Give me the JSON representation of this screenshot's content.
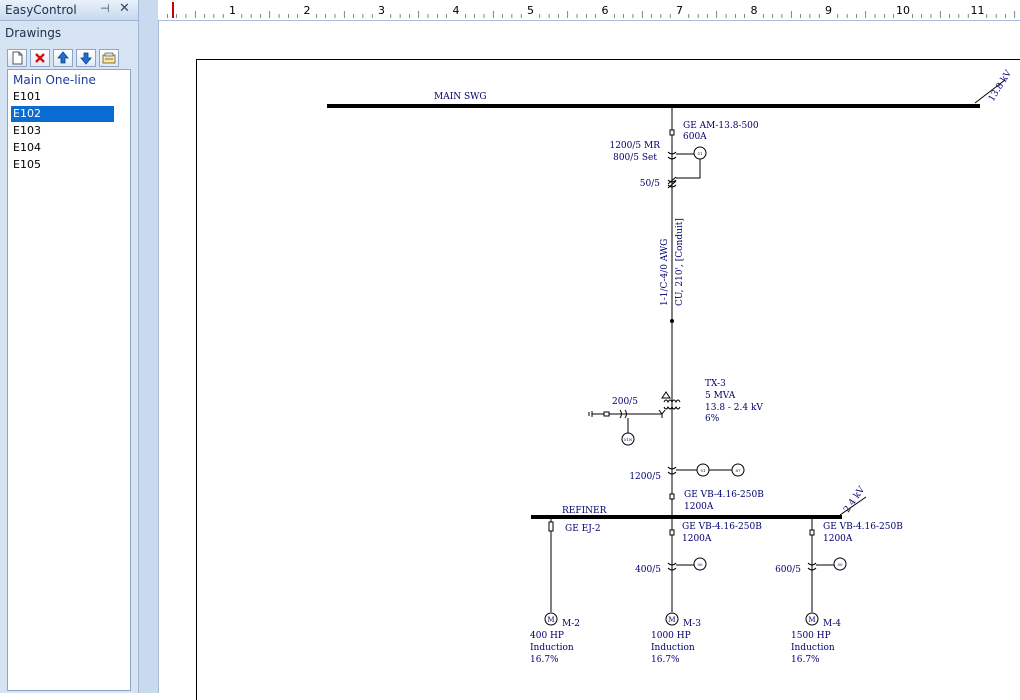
{
  "pane": {
    "title": "EasyControl",
    "pin_glyph": "⊣",
    "close_glyph": "✕",
    "section_label": "Drawings",
    "toolbar": [
      {
        "icon": "new-page-icon"
      },
      {
        "icon": "delete-icon"
      },
      {
        "icon": "move-up-icon"
      },
      {
        "icon": "move-down-icon"
      },
      {
        "icon": "properties-icon"
      }
    ],
    "items": [
      {
        "label": "Main One-line",
        "header": true,
        "selected": false
      },
      {
        "label": "E101",
        "header": false,
        "selected": false
      },
      {
        "label": "E102",
        "header": false,
        "selected": true
      },
      {
        "label": "E103",
        "header": false,
        "selected": false
      },
      {
        "label": "E104",
        "header": false,
        "selected": false
      },
      {
        "label": "E105",
        "header": false,
        "selected": false
      }
    ],
    "colors": {
      "selection": "#0a6bd3",
      "header_text": "#1a3c9e"
    }
  },
  "ruler": {
    "numbers": [
      "1",
      "2",
      "3",
      "4",
      "5",
      "6",
      "7",
      "8",
      "9",
      "10",
      "11"
    ],
    "marker_color": "#cc0000"
  },
  "drawing": {
    "ink_color": "#000070",
    "main_bus": {
      "label": "MAIN SWG",
      "voltage": "13.8 kV"
    },
    "breaker_main": {
      "model": "GE AM-13.8-500",
      "rating": "600A"
    },
    "ct_main": {
      "ratio": "1200/5 MR",
      "setting": "800/5 Set"
    },
    "ct_50": "50/5",
    "cable": {
      "line1": "1-1/C-4/0 AWG",
      "line2": "CU, 210', [Conduit]"
    },
    "transformer": {
      "name": "TX-3",
      "rating": "5 MVA",
      "voltage": "13.8 - 2.4 kV",
      "impedance": "6%"
    },
    "ct_ground": "200/5",
    "ct_secondary": "1200/5",
    "breaker_secondary": {
      "model": "GE VB-4.16-250B",
      "rating": "1200A"
    },
    "refiner_bus": {
      "label": "REFINER",
      "voltage": "2.4 kV"
    },
    "feeders": [
      {
        "device": "GE EJ-2",
        "rating": "",
        "ct": "",
        "motor": "M-2",
        "hp": "400 HP",
        "type": "Induction",
        "pct": "16.7%"
      },
      {
        "device": "GE VB-4.16-250B",
        "rating": "1200A",
        "ct": "400/5",
        "motor": "M-3",
        "hp": "1000 HP",
        "type": "Induction",
        "pct": "16.7%"
      },
      {
        "device": "GE VB-4.16-250B",
        "rating": "1200A",
        "ct": "600/5",
        "motor": "M-4",
        "hp": "1500 HP",
        "type": "Induction",
        "pct": "16.7%"
      }
    ],
    "relay_labels": {
      "r50": "50",
      "r51": "51",
      "r51n": "51N",
      "r87": "87",
      "m": "M"
    }
  }
}
